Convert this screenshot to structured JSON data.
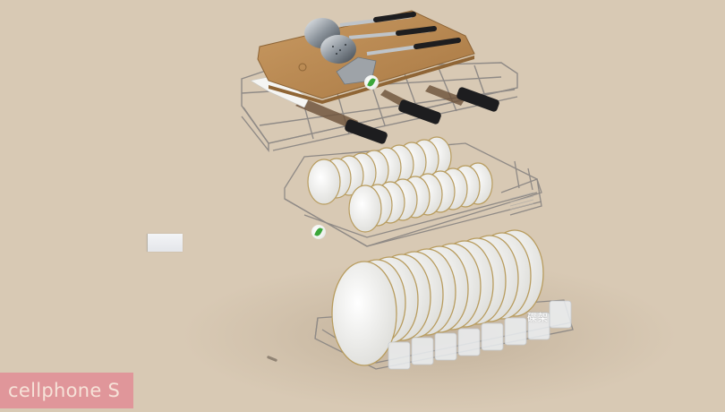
{
  "image": {
    "description": "Exploded view of a three-tier stainless steel kitchen drawer organizer: top knife/cutting-board rack with ladles and spatula, middle bowl rack, bottom plate and cup rack",
    "background_color": "#d8c9b4"
  },
  "watermark": {
    "brand_text": "cellphone S",
    "badge_color": "#e0969a",
    "text_color": "#f6e2d8"
  },
  "product": {
    "tiers": [
      {
        "name": "Cutting board and knife rack",
        "items": [
          "cutting board",
          "ladle",
          "slotted spoon",
          "spatula",
          "3 knives"
        ]
      },
      {
        "name": "Bowl rack",
        "items": [
          "2 rows of bowls",
          "chopstick holder"
        ]
      },
      {
        "name": "Plate and cup rack",
        "items": [
          "plates",
          "glass cups"
        ]
      }
    ],
    "rack_label": "碟架"
  },
  "colors": {
    "wood": "#b98a55",
    "wire": "#8f8a86",
    "ceramic": "#f4f4f2",
    "gold_rim": "#b89c5e",
    "knife_handle": "#1d1d1f",
    "leaf": "#3aa63a"
  }
}
